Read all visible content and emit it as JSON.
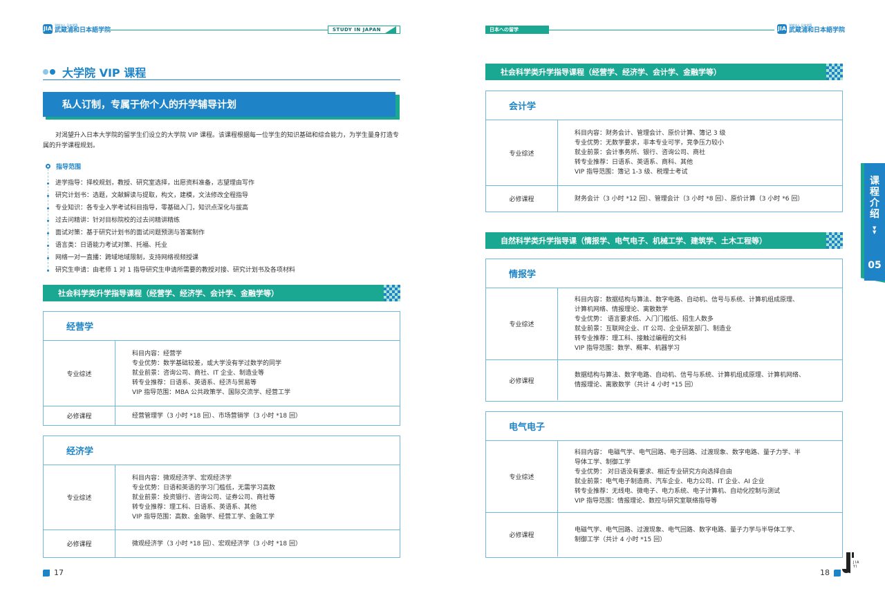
{
  "header": {
    "logo_sub": "学校法人 日本学園",
    "logo_main": "武蔵浦和日本語学院",
    "logo_mark": "JIA",
    "left_badge": "STUDY IN JAPAN",
    "right_badge": "日本への留学"
  },
  "left": {
    "section_title": "大学院 VIP 课程",
    "banner": "私人订制，专属于你个人的升学辅导计划",
    "intro": "对渴望升入日本大学院的留学生们设立的大学院 VIP 课程。该课程根据每一位学生的知识基础和综合能力，为学生量身打造专属的升学课程规划。",
    "range_title": "指导范围",
    "range_items": [
      "进学指导：择校规划，教授、研究室选择，出愿资料准备，志望理由写作",
      "研究计划书：选题，文献解读与提取，构文，建模，文法修改全程指导",
      "专业知识：各专业入学考试科目指导，零基础入门，知识点深化与拔高",
      "过去问精讲：针对目标院校的过去问精讲精练",
      "面试对策：基于研究计划书的面试问题预测与答案制作",
      "语言类：日语能力考试对策、托福、托业",
      "网络一对一直播：跨域地域限制，支持网络视频授课",
      "研究生申请：由老师 1 对 1 指导研究生申请所需要的教授对接、研究计划书及各项材料"
    ],
    "band": "社会科学类升学指导课程（经营学、经济学、会计学、金融学等）",
    "courses": [
      {
        "title": "经营学",
        "overview_label": "专业综述",
        "overview": [
          "科目内容：经营学",
          "专业优势：数学基础较差，或大学没有学过数学的同学",
          "就业前景：咨询公司、商社、IT 企业、制造业等",
          "转专业推荐：日语系、英语系、经济与贸易等",
          "VIP 指导范围：MBA 公共政策学、国际交流学、经营工学"
        ],
        "required_label": "必修课程",
        "required": [
          "经营管理学（3 小时 *18 回）、市场营销学（3 小时 *18 回）"
        ]
      },
      {
        "title": "经济学",
        "overview_label": "专业综述",
        "overview": [
          "科目内容：微观经济学、宏观经济学",
          "专业优势：日语和英语的学习门槛低，无需学习高数",
          "就业前景：投资银行、咨询公司、证券公司、商社等",
          "转专业推荐：理工科、日语系、英语系、其他",
          "VIP 指导范围：高数、金融学、经营工学、金融工学"
        ],
        "required_label": "必修课程",
        "required": [
          "微观经济学（3 小时 *18 回）、宏观经济学（3 小时 *18 回）"
        ]
      }
    ],
    "page_number": "17"
  },
  "right": {
    "band1": "社会科学类升学指导课程（经营学、经济学、会计学、金融学等）",
    "band2": "自然科学类升学指导课（情报学、电气电子、机械工学、建筑学、土木工程等）",
    "courses": [
      {
        "title": "会计学",
        "overview_label": "专业综述",
        "overview": [
          "科目内容：财务会计、管理会计、原价计算、簿记 3 级",
          "专业优势：无数学要求，非本专业可学，竞争压力较小",
          "就业前景：会计事务所、银行、咨询公司、商社",
          "转专业推荐：日语系、英语系、商科、其他",
          "VIP 指导范围：簿记 1-3 级、税理士考试"
        ],
        "required_label": "必修课程",
        "required": [
          "财务会计（3 小时 *12 回）、管理会计（3 小时 *8 回）、原价计算（3 小时 *6 回）"
        ]
      },
      {
        "title": "情报学",
        "overview_label": "专业综述",
        "overview": [
          "科目内容：数据结构与算法、数字电路、自动机、信号与系统、计算机组成原理、",
          "计算机网络、情报理论、离散数学",
          "专业优势： 语言要求低、入门门槛低、招生人数多",
          "就业前景：互联网企业、IT 公司、企业研发部门、制造业",
          "转专业推荐：理工科、接触过编程的文科",
          "VIP 指导范围：数学、概率、机器学习"
        ],
        "required_label": "必修课程",
        "required": [
          "数据结构与算法、数字电路、自动机、信号与系统、计算机组成原理、计算机网络、",
          "情报理论、离散数学（共计 4 小时 *15 回）"
        ]
      },
      {
        "title": "电气电子",
        "overview_label": "专业综述",
        "overview": [
          "科目内容： 电磁气学、电气回路、电子回路、过渡现象、数字电路、量子力学、半",
          "导体工学、制御工学",
          "专业优势： 对日语没有要求、相近专业研究方向选择自由",
          "就业前景：电气电子制造商、汽车企业、电力公司、IT 企业、AI 企业",
          "转专业推荐：无线电、微电子、电力系统、电子计算机、自动化控制与测试",
          "VIP 指导范围：情报理论、数控与研究室联络指导等"
        ],
        "required_label": "必修课程",
        "required": [
          "电磁气学、电气回路、过渡现象、电气回路、数字电路、量子力学与半导体工学、",
          "制御工学（共计 4 小时 *15 回）"
        ]
      }
    ],
    "sidetab_text": [
      "课",
      "程",
      "介",
      "绍"
    ],
    "sidetab_num": "05",
    "page_number": "18",
    "jlogo_text": "JIA YI"
  },
  "colors": {
    "blue": "#1e84c7",
    "green": "#1aa893",
    "border": "#6fb8d9"
  }
}
